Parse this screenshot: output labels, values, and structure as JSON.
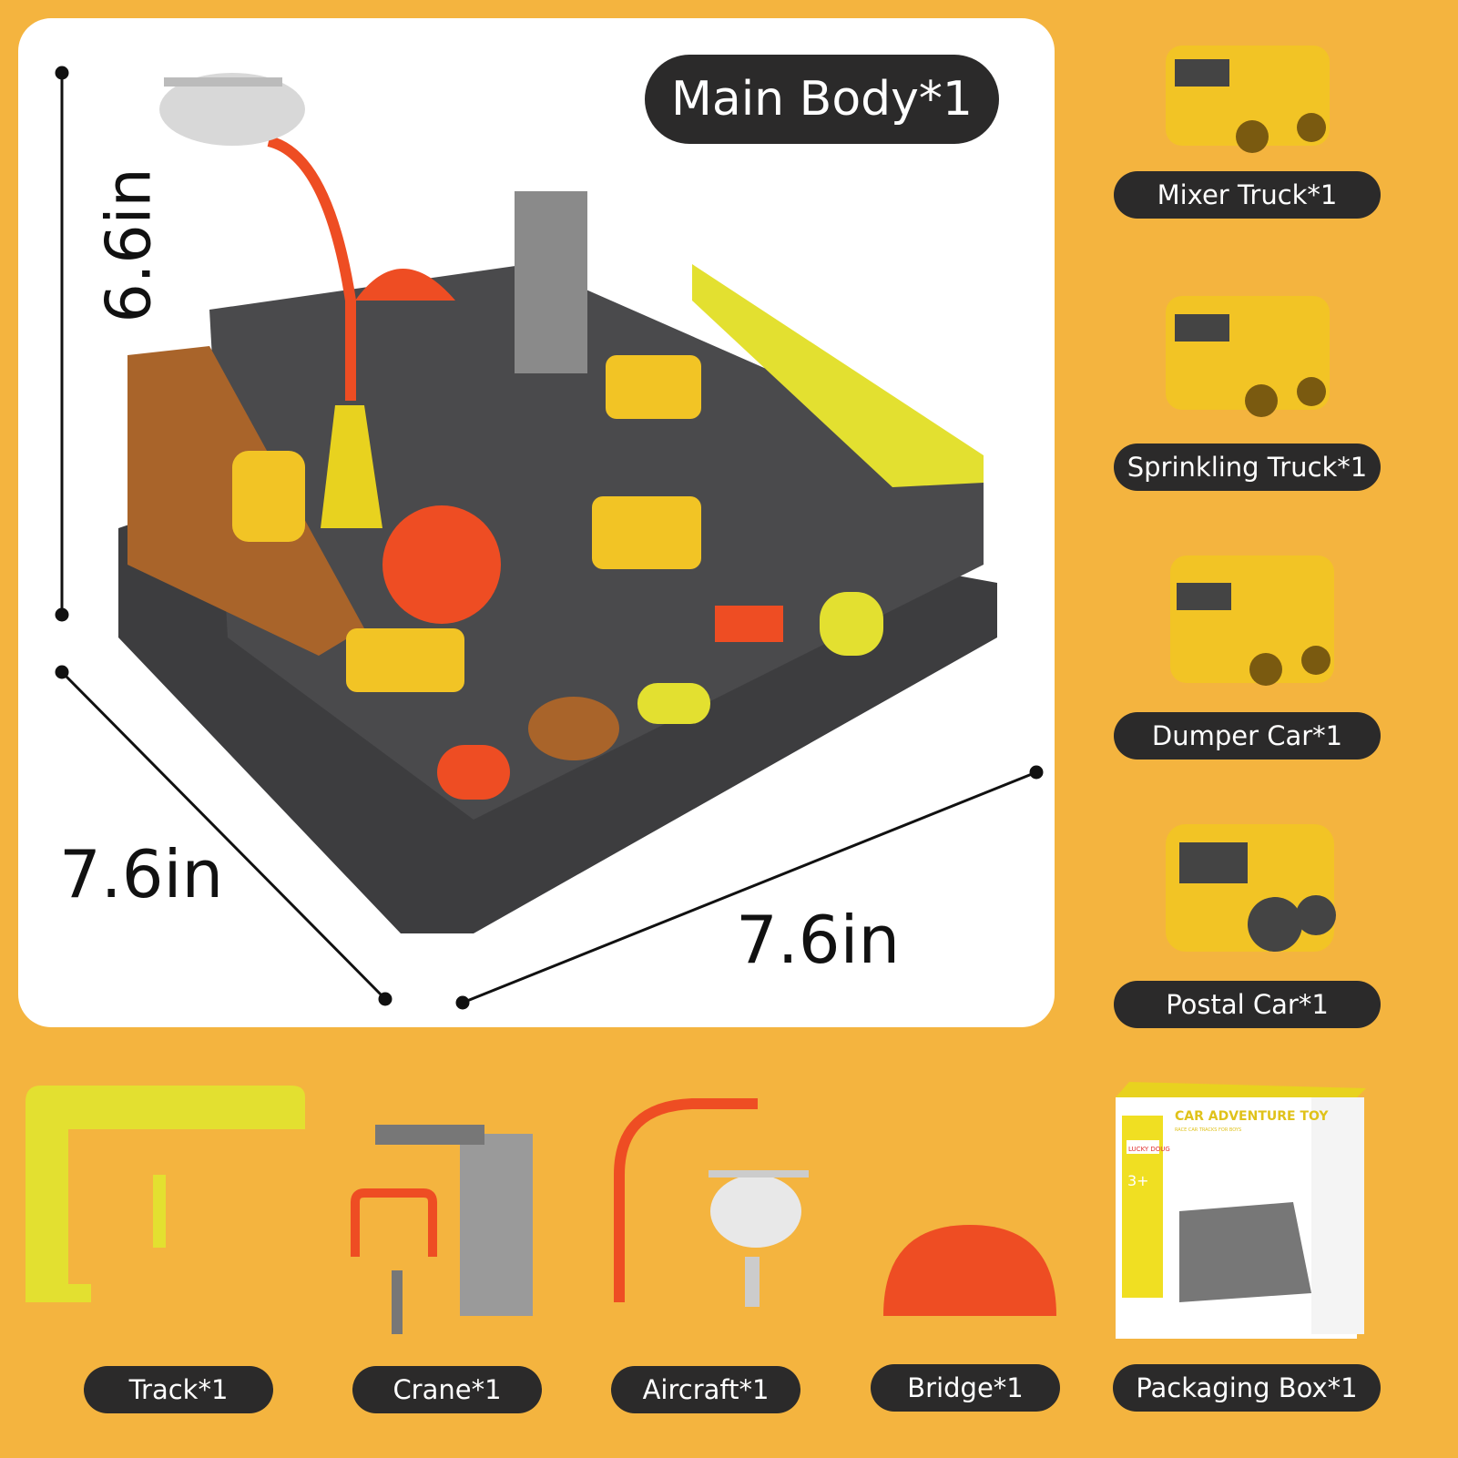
{
  "main_label": "Main Body*1",
  "dimensions": {
    "height": "6.6in",
    "depth": "7.6in",
    "width": "7.6in"
  },
  "vehicles": [
    {
      "label": "Mixer Truck*1"
    },
    {
      "label": "Sprinkling Truck*1"
    },
    {
      "label": "Dumper Car*1"
    },
    {
      "label": "Postal Car*1"
    }
  ],
  "parts": [
    {
      "label": "Track*1"
    },
    {
      "label": "Crane*1"
    },
    {
      "label": "Aircraft*1"
    },
    {
      "label": "Bridge*1"
    },
    {
      "label": "Packaging Box*1"
    }
  ],
  "box": {
    "title": "CAR ADVENTURE TOY",
    "subtitle": "RACE CAR TRACKS FOR BOYS",
    "brand": "LUCKY DOUG",
    "age": "3+"
  },
  "colors": {
    "background": "#f4b43f",
    "pill": "#2b2a2a",
    "toy_yellow": "#f2c425",
    "toy_orange": "#ee4d23",
    "toy_gray": "#3d3d3f"
  }
}
